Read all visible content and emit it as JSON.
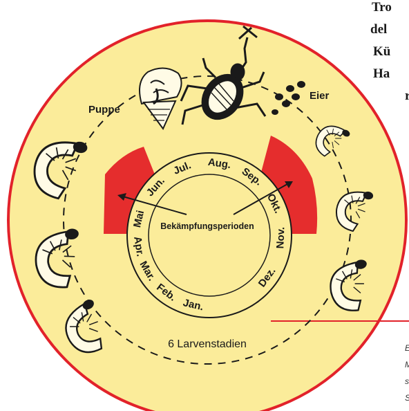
{
  "side_text": [
    "Tro",
    "del",
    "Kü",
    "Ha",
    "r"
  ],
  "caption": [
    "E",
    "M",
    "s",
    "S"
  ],
  "diagram": {
    "center_label": "Bekämpfungsperioden",
    "months": [
      "Jan.",
      "Feb.",
      "Mar.",
      "Apr.",
      "Mai",
      "Jun.",
      "Jul.",
      "Aug.",
      "Sep.",
      "Okt.",
      "Nov.",
      "Dez."
    ],
    "stages": {
      "pupa": "Puppe",
      "eggs": "Eier",
      "larvae": "6 Larvenstadien"
    }
  },
  "colors": {
    "disc": "#fbec9a",
    "border": "#e2222a",
    "control_period": "#e52d2d",
    "ink": "#1a1a1a"
  },
  "icons": [
    "weevil-beetle-icon",
    "pupa-icon",
    "egg-cluster-icon",
    "larva-icon"
  ]
}
